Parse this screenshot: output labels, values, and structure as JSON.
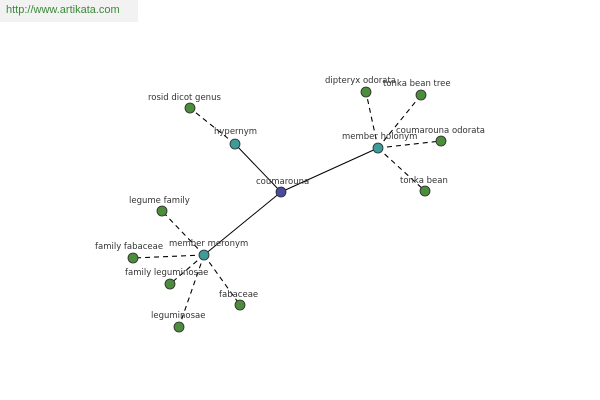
{
  "source_url": "http://www.artikata.com",
  "colors": {
    "center": "#4a4aa0",
    "relation": "#3f9a9a",
    "term": "#4d8b3d",
    "url_text": "#3a8a3a"
  },
  "graph": {
    "nodes": [
      {
        "id": "coumarouna",
        "label": "coumarouna",
        "kind": "center"
      },
      {
        "id": "hypernym",
        "label": "hypernym",
        "kind": "relation"
      },
      {
        "id": "member_holonym",
        "label": "member holonym",
        "kind": "relation"
      },
      {
        "id": "member_meronym",
        "label": "member meronym",
        "kind": "relation"
      },
      {
        "id": "rosid_dicot_genus",
        "label": "rosid dicot genus",
        "kind": "term"
      },
      {
        "id": "dipteryx_odorata",
        "label": "dipteryx odorata",
        "kind": "term"
      },
      {
        "id": "tonka_bean_tree",
        "label": "tonka bean tree",
        "kind": "term"
      },
      {
        "id": "coumarouna_odorata",
        "label": "coumarouna odorata",
        "kind": "term"
      },
      {
        "id": "tonka_bean",
        "label": "tonka bean",
        "kind": "term"
      },
      {
        "id": "legume_family",
        "label": "legume family",
        "kind": "term"
      },
      {
        "id": "family_fabaceae",
        "label": "family fabaceae",
        "kind": "term"
      },
      {
        "id": "family_leguminosae",
        "label": "family leguminosae",
        "kind": "term"
      },
      {
        "id": "fabaceae",
        "label": "fabaceae",
        "kind": "term"
      },
      {
        "id": "leguminosae",
        "label": "leguminosae",
        "kind": "term"
      }
    ],
    "edges": [
      {
        "from": "coumarouna",
        "to": "hypernym",
        "style": "solid"
      },
      {
        "from": "coumarouna",
        "to": "member_holonym",
        "style": "solid"
      },
      {
        "from": "coumarouna",
        "to": "member_meronym",
        "style": "solid"
      },
      {
        "from": "hypernym",
        "to": "rosid_dicot_genus",
        "style": "dashed"
      },
      {
        "from": "member_holonym",
        "to": "dipteryx_odorata",
        "style": "dashed"
      },
      {
        "from": "member_holonym",
        "to": "tonka_bean_tree",
        "style": "dashed"
      },
      {
        "from": "member_holonym",
        "to": "coumarouna_odorata",
        "style": "dashed"
      },
      {
        "from": "member_holonym",
        "to": "tonka_bean",
        "style": "dashed"
      },
      {
        "from": "member_meronym",
        "to": "legume_family",
        "style": "dashed"
      },
      {
        "from": "member_meronym",
        "to": "family_fabaceae",
        "style": "dashed"
      },
      {
        "from": "member_meronym",
        "to": "family_leguminosae",
        "style": "dashed"
      },
      {
        "from": "member_meronym",
        "to": "fabaceae",
        "style": "dashed"
      },
      {
        "from": "member_meronym",
        "to": "leguminosae",
        "style": "dashed"
      }
    ]
  }
}
